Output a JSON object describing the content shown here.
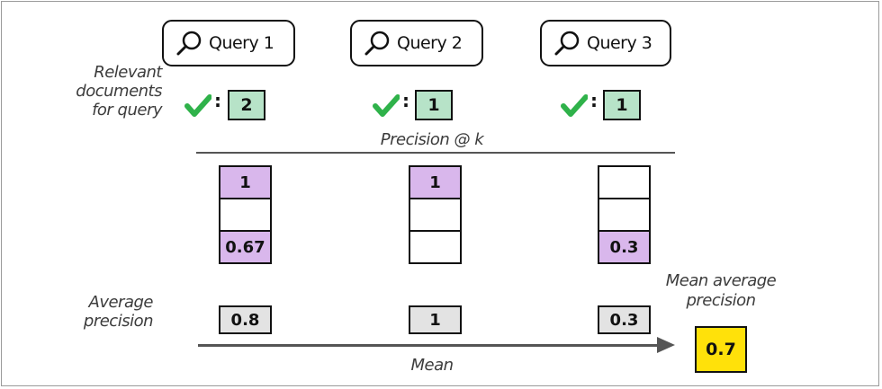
{
  "side_labels": {
    "relevant": [
      "Relevant",
      "documents",
      "for query"
    ],
    "average": [
      "Average",
      "precision"
    ]
  },
  "queries": [
    {
      "label": "Query 1",
      "relevant_count": "2",
      "precision_cells": [
        "1",
        "",
        "0.67"
      ],
      "hits": [
        true,
        false,
        true
      ],
      "average_precision": "0.8"
    },
    {
      "label": "Query 2",
      "relevant_count": "1",
      "precision_cells": [
        "1",
        "",
        ""
      ],
      "hits": [
        true,
        false,
        false
      ],
      "average_precision": "1"
    },
    {
      "label": "Query 3",
      "relevant_count": "1",
      "precision_cells": [
        "",
        "",
        "0.3"
      ],
      "hits": [
        false,
        false,
        true
      ],
      "average_precision": "0.3"
    }
  ],
  "colon": ":",
  "precision_at_k_label": "Precision @ k",
  "mean_label": "Mean",
  "map": {
    "label": [
      "Mean average",
      "precision"
    ],
    "value": "0.7"
  },
  "icons": {
    "query": "search-icon",
    "relevant": "check-icon"
  },
  "colors": {
    "relevant_box": "#b7e3c8",
    "hit_cell": "#d9b7ec",
    "average_box": "#e3e3e3",
    "map_box": "#ffe10a",
    "check": "#2fb24a"
  }
}
